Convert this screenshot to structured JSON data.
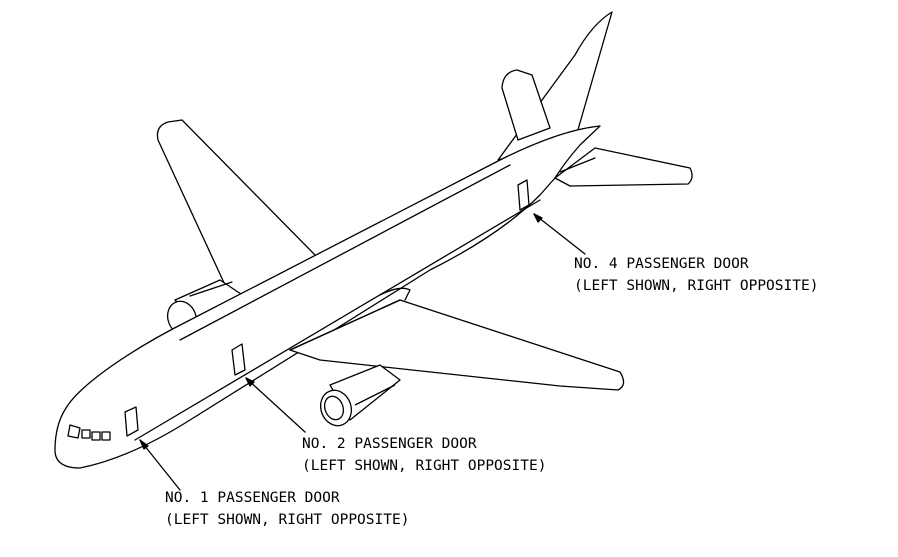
{
  "callouts": [
    {
      "id": "door-1",
      "title": "NO. 1 PASSENGER DOOR",
      "subtitle": "(LEFT SHOWN, RIGHT OPPOSITE)"
    },
    {
      "id": "door-2",
      "title": "NO. 2 PASSENGER DOOR",
      "subtitle": "(LEFT SHOWN, RIGHT OPPOSITE)"
    },
    {
      "id": "door-4",
      "title": "NO. 4 PASSENGER DOOR",
      "subtitle": "(LEFT SHOWN, RIGHT OPPOSITE)"
    }
  ]
}
